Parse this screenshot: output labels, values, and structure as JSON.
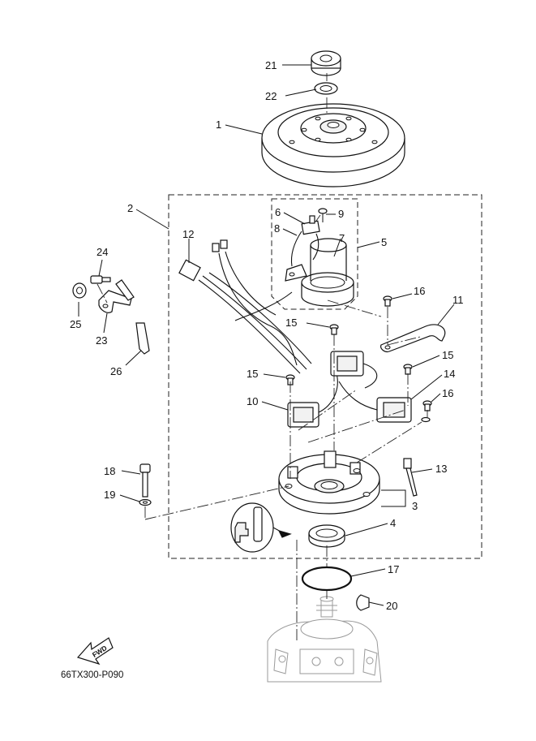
{
  "diagram": {
    "drawing_code": "66TX300-P090",
    "fwd_label": "FWD",
    "callouts": [
      "1",
      "2",
      "3",
      "4",
      "5",
      "6",
      "7",
      "8",
      "9",
      "10",
      "11",
      "12",
      "13",
      "14",
      "15",
      "15",
      "15",
      "16",
      "16",
      "17",
      "18",
      "19",
      "20",
      "21",
      "22",
      "23",
      "24",
      "25",
      "26"
    ]
  }
}
